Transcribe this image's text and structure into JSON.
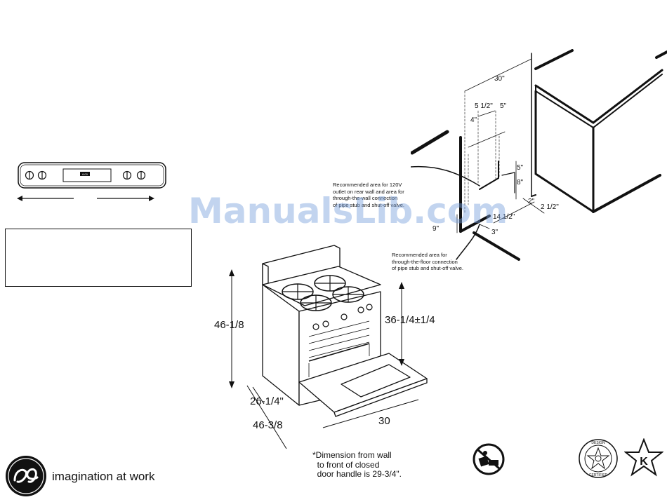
{
  "watermark": "ManualsLib.com",
  "control_panel": {
    "display": "6:00"
  },
  "range_dimensions": {
    "height": "46-1/8",
    "counter_height": "36-1/4±1/4",
    "depth": "26-1/4\"",
    "depth_open": "46-3/8",
    "width": "30"
  },
  "footnote": "*Dimension from wall\n  to front of closed\n  door handle is 29-3/4\".",
  "install": {
    "width": "30\"",
    "a": "5 1/2\"",
    "b": "5\"",
    "c": "4\"",
    "d": "5\"",
    "e": "8\"",
    "f": "2\"",
    "g": "2 1/2\"",
    "h": "14 1/2\"",
    "i": "9\"",
    "j": "3\""
  },
  "notes": {
    "wall": "Recommended area for 120V\noutlet on rear wall and area for\nthrough-the-wall connection\nof pipe stub and shut-off valve.",
    "floor": "Recommended area for\nthrough-the-floor connection\nof pipe stub and shut-off valve."
  },
  "brand": {
    "tagline": "imagination at work"
  },
  "certifications": {
    "seal_top": "DESIGN",
    "seal_bottom": "CERTIFIED",
    "star_letter": "K"
  }
}
